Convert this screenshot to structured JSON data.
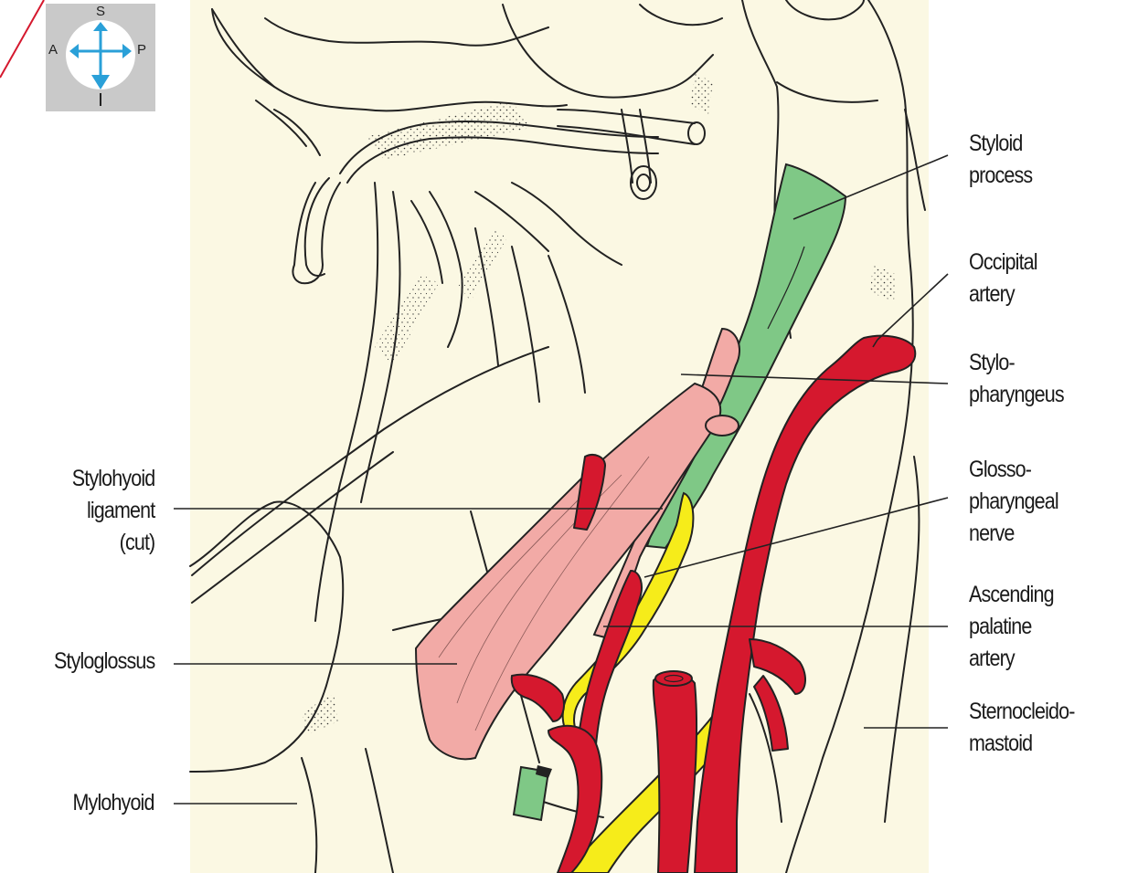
{
  "orientation": {
    "superior": "S",
    "inferior": "I",
    "anterior": "A",
    "posterior": "P"
  },
  "labels": {
    "styloid_process": [
      "Styloid",
      "process"
    ],
    "occipital_artery": [
      "Occipital",
      "artery"
    ],
    "stylopharyngeus": [
      "Stylo-",
      "pharyngeus"
    ],
    "glossopharyngeal_nerve": [
      "Glosso-",
      "pharyngeal",
      "nerve"
    ],
    "ascending_palatine_artery": [
      "Ascending",
      "palatine",
      "artery"
    ],
    "sternocleidomastoid": [
      "Sternocleido-",
      "mastoid"
    ],
    "stylohyoid_ligament": [
      "Stylohyoid",
      "ligament",
      "(cut)"
    ],
    "styloglossus": [
      "Styloglossus"
    ],
    "mylohyoid": [
      "Mylohyoid"
    ]
  },
  "colors": {
    "panel_background": "#fbf8e3",
    "line": "#222222",
    "muscle_pink": "#f2aaa6",
    "bone_green": "#7fc886",
    "artery_red": "#d5182e",
    "nerve_yellow": "#f6ec1a",
    "compass_arrow": "#2aa0d8",
    "compass_box": "#c9c9c9",
    "corner_mark": "#d5182e"
  }
}
